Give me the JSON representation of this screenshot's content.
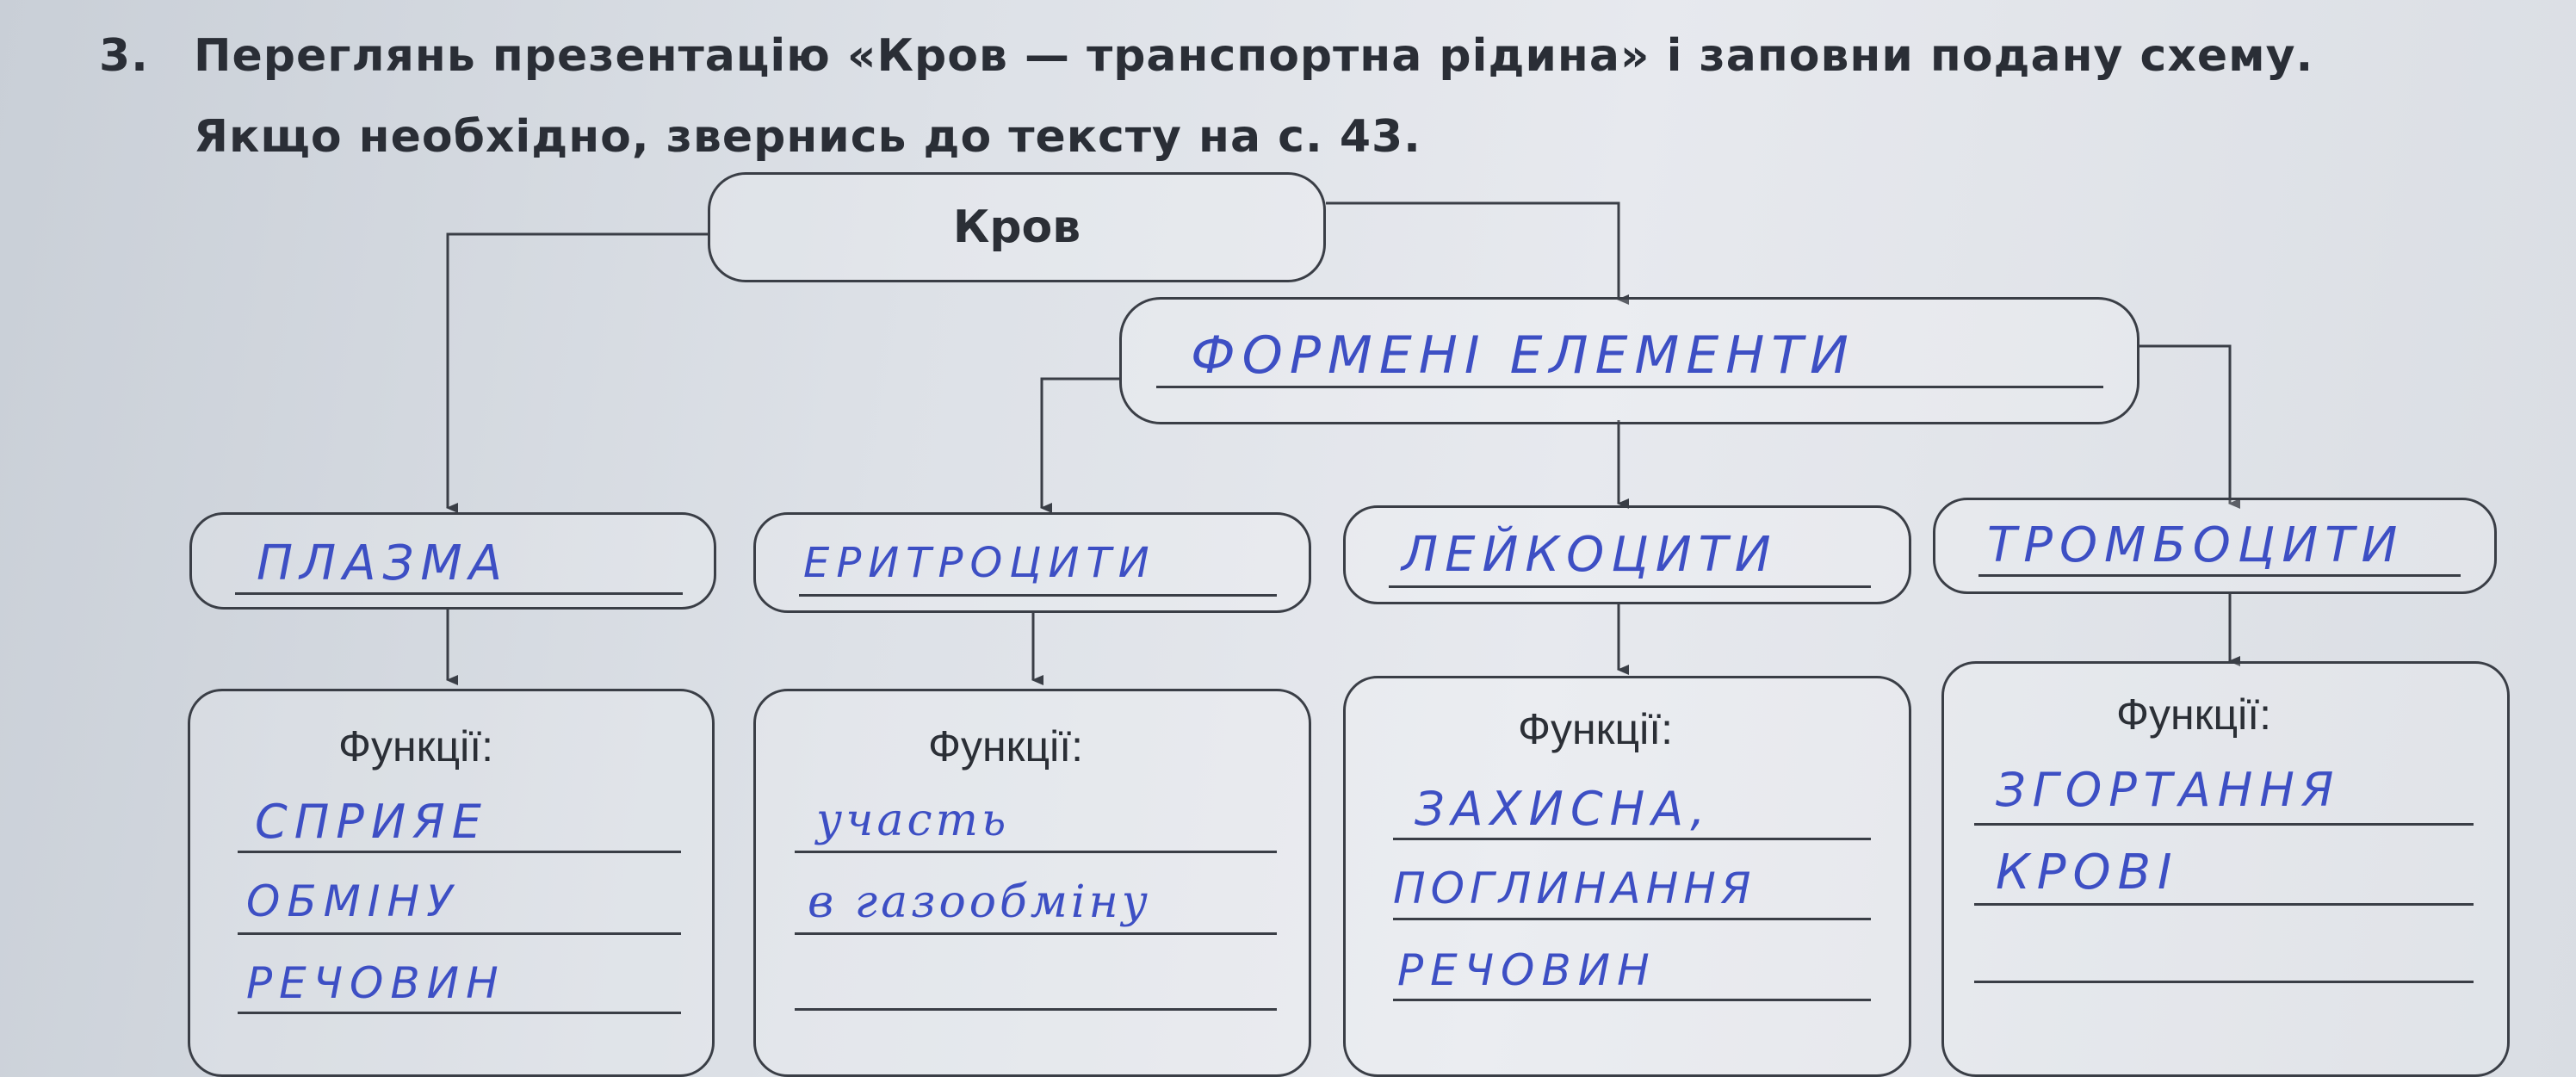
{
  "task": {
    "number": "3.",
    "line1": "Переглянь презентацію «Кров — транспортна рідина» і заповни подану схему.",
    "line2": "Якщо необхідно, звернись до тексту на с. 43."
  },
  "diagram": {
    "root": "Кров",
    "group": "ФОРМЕНІ ЕЛЕМЕНТИ",
    "components": [
      {
        "name": "ПЛАЗМА",
        "functions_label": "Функції:",
        "functions": [
          "СПРИЯЕ",
          "ОБМІНУ",
          "РЕЧОВИН"
        ]
      },
      {
        "name": "ЕРИТРОЦИТИ",
        "functions_label": "Функції:",
        "functions": [
          "участь",
          "в газообміну",
          ""
        ]
      },
      {
        "name": "ЛЕЙКОЦИТИ",
        "functions_label": "Функції:",
        "functions": [
          "ЗАХИСНА,",
          "ПОГЛИНАННЯ",
          "РЕЧОВИН"
        ]
      },
      {
        "name": "ТРОМБОЦИТИ",
        "functions_label": "Функції:",
        "functions": [
          "ЗГОРТАННЯ",
          "КРОВІ",
          ""
        ]
      }
    ]
  },
  "colors": {
    "print": "#2b2f36",
    "handwriting": "#3d4fc4",
    "paper": "#dde1e7"
  }
}
